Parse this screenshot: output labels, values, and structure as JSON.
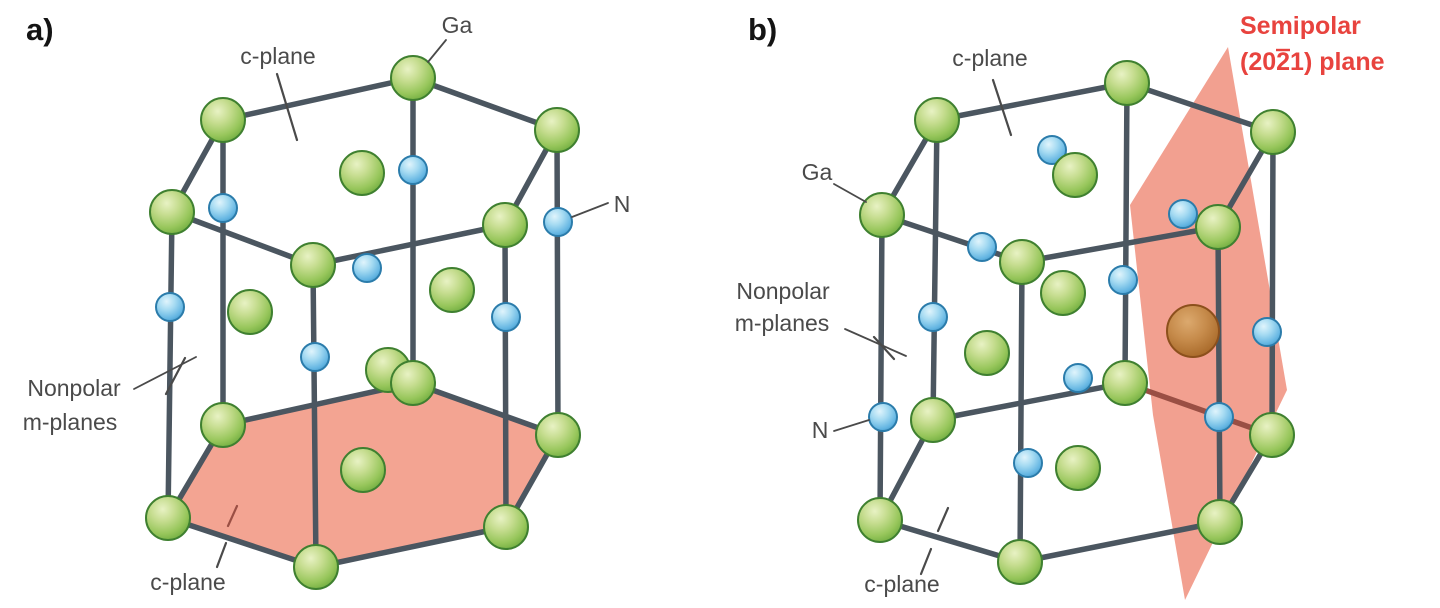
{
  "panel_a": {
    "tag": "a)",
    "c_plane_top_label": "c-plane",
    "ga_label": "Ga",
    "n_label": "N",
    "m_planes_label_line1": "Nonpolar",
    "m_planes_label_line2": "m-planes",
    "c_plane_bottom_label": "c-plane"
  },
  "panel_b": {
    "tag": "b)",
    "c_plane_top_label": "c-plane",
    "ga_label": "Ga",
    "m_planes_label_line1": "Nonpolar",
    "m_planes_label_line2": "m-planes",
    "n_label": "N",
    "c_plane_bottom_label": "c-plane",
    "semipolar_label_line1": "Semipolar",
    "semipolar_label_line2": "(2021) plane"
  },
  "colors": {
    "ga_atom": "#8fbf55",
    "n_atom": "#63b5e2",
    "highlighted_atom": "#b87a3a",
    "c_plane_fill": "#f3a492",
    "semipolar_plane_fill": "#f2a090",
    "semipolar_label": "#e8433e",
    "bond": "#4b5660",
    "bond_in_plane": "#9a4f44",
    "label": "#4a4a4a",
    "panel_tag": "#141414",
    "background": "#ffffff"
  }
}
